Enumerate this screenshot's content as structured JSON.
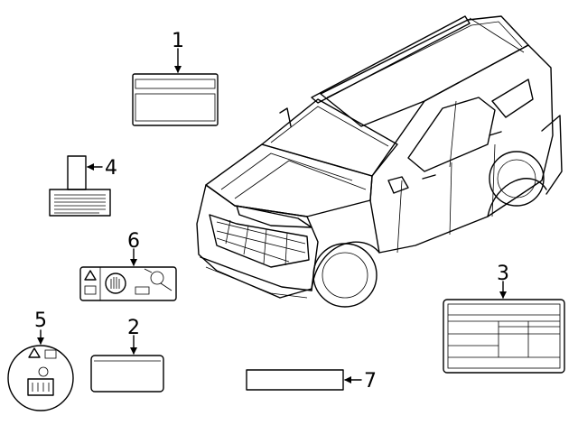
{
  "callouts": [
    {
      "id": "1",
      "label": "1"
    },
    {
      "id": "2",
      "label": "2"
    },
    {
      "id": "3",
      "label": "3"
    },
    {
      "id": "4",
      "label": "4"
    },
    {
      "id": "5",
      "label": "5"
    },
    {
      "id": "6",
      "label": "6"
    },
    {
      "id": "7",
      "label": "7"
    }
  ],
  "icons": [
    "warning-triangle-icon",
    "manual-book-icon",
    "no-touch-hand-icon",
    "fan-hand-hazard-icon",
    "coolant-hazard-icon"
  ],
  "colors": {
    "line": "#000000",
    "background": "#ffffff"
  }
}
